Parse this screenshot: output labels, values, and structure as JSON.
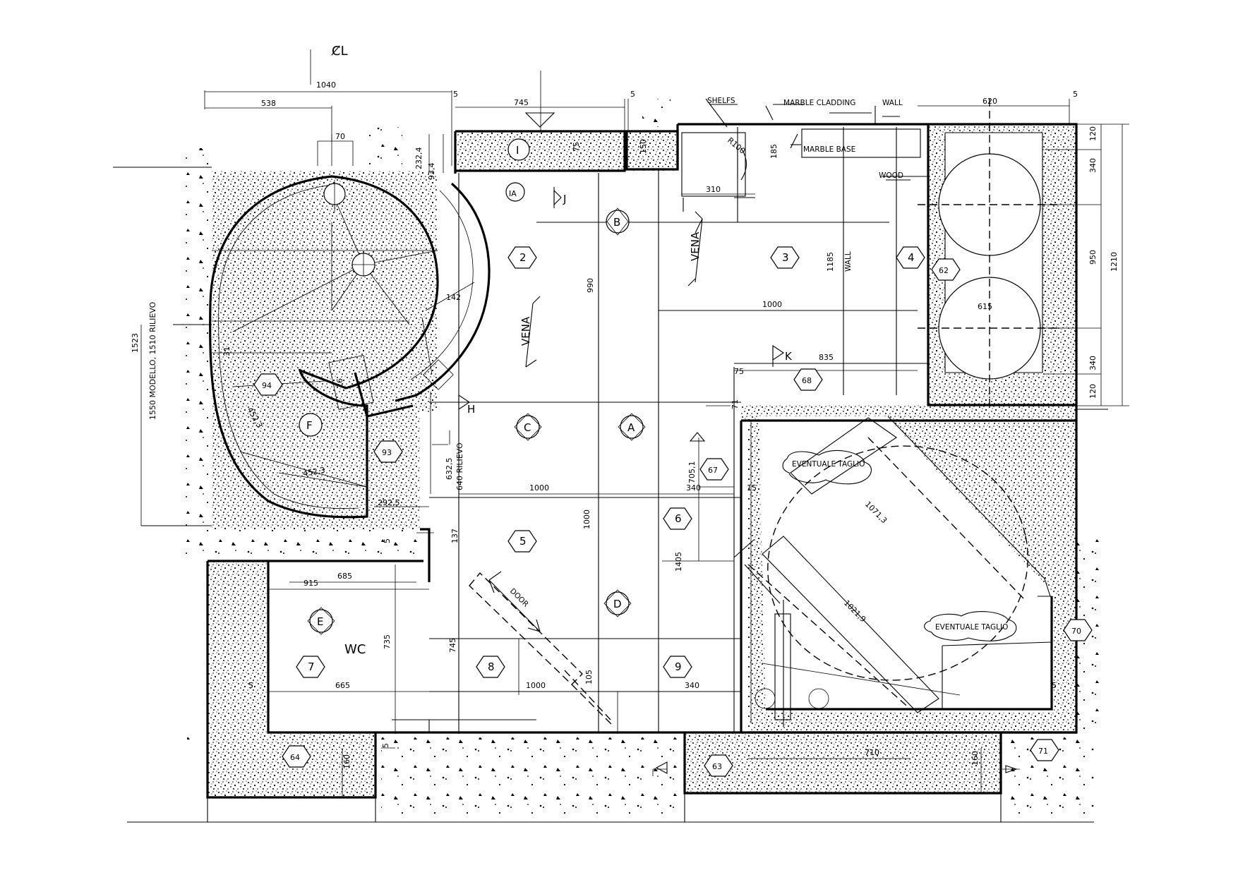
{
  "centerline": "C̸L",
  "dimensions": {
    "d1040": "1040",
    "d538": "538",
    "d70": "70",
    "d745_top": "745",
    "d5_a": "5",
    "d5_b": "5",
    "d5_c": "5",
    "d620": "620",
    "d232_4": "232,4",
    "d93_4": "93,4",
    "d75_a": "75",
    "d150": "150",
    "d185": "185",
    "d310": "310",
    "d120_a": "120",
    "d340_a": "340",
    "d950": "950",
    "d1210": "1210",
    "d340_b": "340",
    "d120_b": "120",
    "d615": "615",
    "d1185": "1185",
    "d1000_a": "1000",
    "d835": "835",
    "d75_b": "75",
    "d71": "71",
    "d990": "990",
    "d142": "142",
    "d1523": "1523",
    "d1550": "1550 MODELLO, 1510 RILIEVO",
    "d632": "632,5",
    "d640": "640 RILIEVO",
    "d1000_b": "1000",
    "d705": "705,1",
    "d340_c": "340",
    "d452_a": "452,3",
    "d452_b": "452,3",
    "d292": "292,5",
    "d137": "137",
    "d685": "685",
    "d915": "915",
    "d1000_c": "1000",
    "d1405": "1405",
    "d735": "735",
    "d745_b": "745",
    "d665": "665",
    "d1000_d": "1000",
    "d105": "105",
    "d340_d": "340",
    "d1071": "1071,3",
    "d1021": "1021,9",
    "d710": "710",
    "d160_a": "160",
    "d160_b": "160",
    "d5_d": "5",
    "d5_e": "5",
    "d5_f": "5",
    "d5_g": "5",
    "d15": "15",
    "d31": "31",
    "d26": "26",
    "dR100": "R100"
  },
  "labels": {
    "shelfs": "SHELFS",
    "marble_cladding": "MARBLE CLADDING",
    "wall_top": "WALL",
    "marble_base": "MARBLE BASE",
    "wood": "WOOD",
    "vena_1": "VENA",
    "vena_2": "VENA",
    "wall_v": "WALL",
    "door": "DOOR",
    "wc": "WC",
    "eventuale_1": "EVENTUALE TAGLIO",
    "eventuale_2": "EVENTUALE TAGLIO"
  },
  "sections": {
    "H": "H",
    "J": "J",
    "K": "K"
  },
  "circle_marks": {
    "A": "A",
    "B": "B",
    "C": "C",
    "D": "D",
    "E": "E",
    "F": "F",
    "I": "I",
    "IA": "IA"
  },
  "hex_marks": {
    "h2": "2",
    "h3": "3",
    "h4": "4",
    "h5": "5",
    "h6": "6",
    "h7": "7",
    "h8": "8",
    "h9": "9",
    "h62": "62",
    "h63": "63",
    "h64": "64",
    "h67": "67",
    "h68": "68",
    "h70": "70",
    "h71": "71",
    "h93": "93",
    "h94": "94"
  },
  "colors": {
    "line": "#000000",
    "background": "#ffffff",
    "hatch": "#000000"
  }
}
